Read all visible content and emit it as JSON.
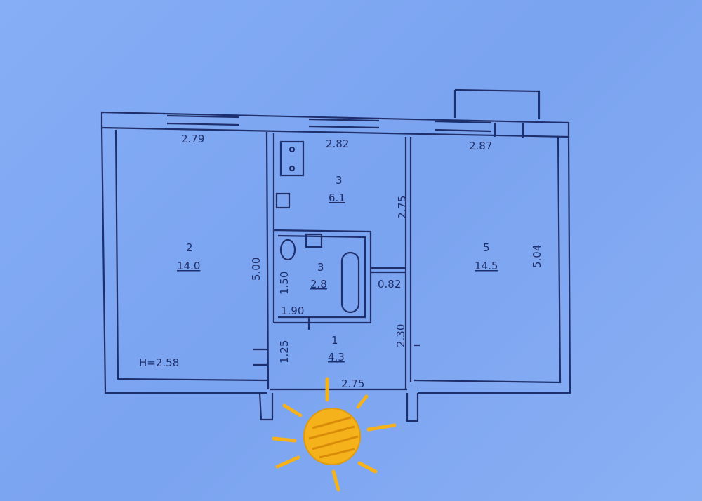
{
  "rooms": [
    {
      "number": "2",
      "area": "14.0"
    },
    {
      "number": "3",
      "area": "6.1"
    },
    {
      "number": "3",
      "area": "2.8"
    },
    {
      "number": "1",
      "area": "4.3"
    },
    {
      "number": "5",
      "area": "14.5"
    }
  ],
  "dimensions": {
    "d1": "2.79",
    "d2": "2.82",
    "d3": "2.87",
    "d4": "5.00",
    "d5": "2.75",
    "d6": "5.04",
    "d7": "1.50",
    "d8": "0.82",
    "d9": "1.90",
    "d10": "2.30",
    "d11": "1.25",
    "d12": "2.75"
  },
  "ceiling_height": "H=2.58",
  "colors": {
    "background": "#7fa6f0",
    "lines": "#1f2f6b",
    "sun": "#f5b21a"
  },
  "icons": [
    "stove-icon",
    "sink-icon",
    "toilet-icon",
    "bathtub-icon",
    "sun-icon"
  ]
}
